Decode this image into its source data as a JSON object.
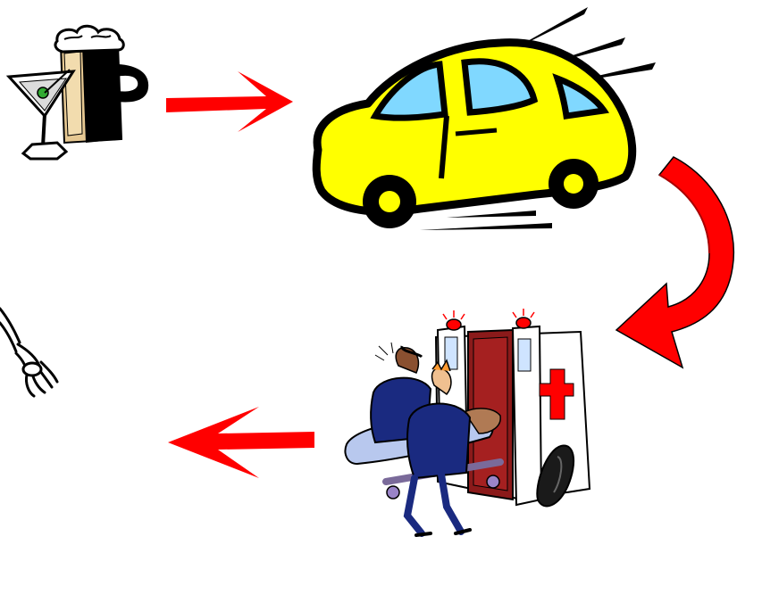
{
  "diagram": {
    "sequence": [
      "drinks",
      "speeding-car",
      "ambulance",
      "skeleton"
    ],
    "arrows": [
      {
        "from": "drinks",
        "to": "speeding-car",
        "direction": "right"
      },
      {
        "from": "speeding-car",
        "to": "ambulance",
        "direction": "curved-down"
      },
      {
        "from": "ambulance",
        "to": "skeleton",
        "direction": "left"
      }
    ]
  },
  "colors": {
    "background": "#ffffff",
    "arrow": "#ff0000",
    "car_body": "#ffff00",
    "car_window": "#80d8ff",
    "outline": "#000000",
    "beer": "#e6c892",
    "olive": "#33aa33",
    "ambulance_cross": "#ff0000",
    "ambulance_door": "#8b1a1a",
    "uniform": "#1a2a80",
    "sheet": "#b8c8ee"
  },
  "icons": [
    "martini-icon",
    "beer-mug-icon",
    "car-icon",
    "ambulance-icon",
    "skeleton-hand-icon"
  ]
}
